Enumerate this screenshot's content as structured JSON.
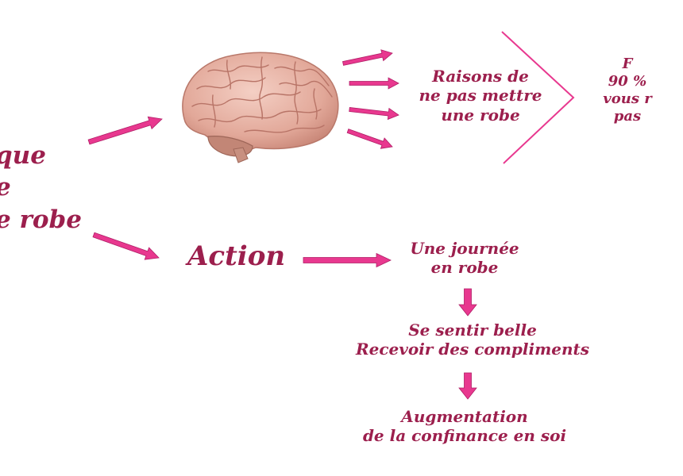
{
  "colors": {
    "text": "#9c1f4d",
    "arrow": "#e8388f",
    "arrow_edge": "#b01e66",
    "brain": "#e7b1a3"
  },
  "icons": [
    "brain-icon",
    "arrow-right-icon",
    "arrow-down-icon",
    "chevron-divider-icon"
  ],
  "left_text": "que\ne\ne robe",
  "action": "Action",
  "reasons": "Raisons de\nne pas mettre\nune robe",
  "right_text": "F\n90 %\nvous r\npas",
  "steps": [
    "Une journée\nen robe",
    "Se sentir belle\nRecevoir des compliments",
    "Augmentation\nde la confinance en soi"
  ]
}
